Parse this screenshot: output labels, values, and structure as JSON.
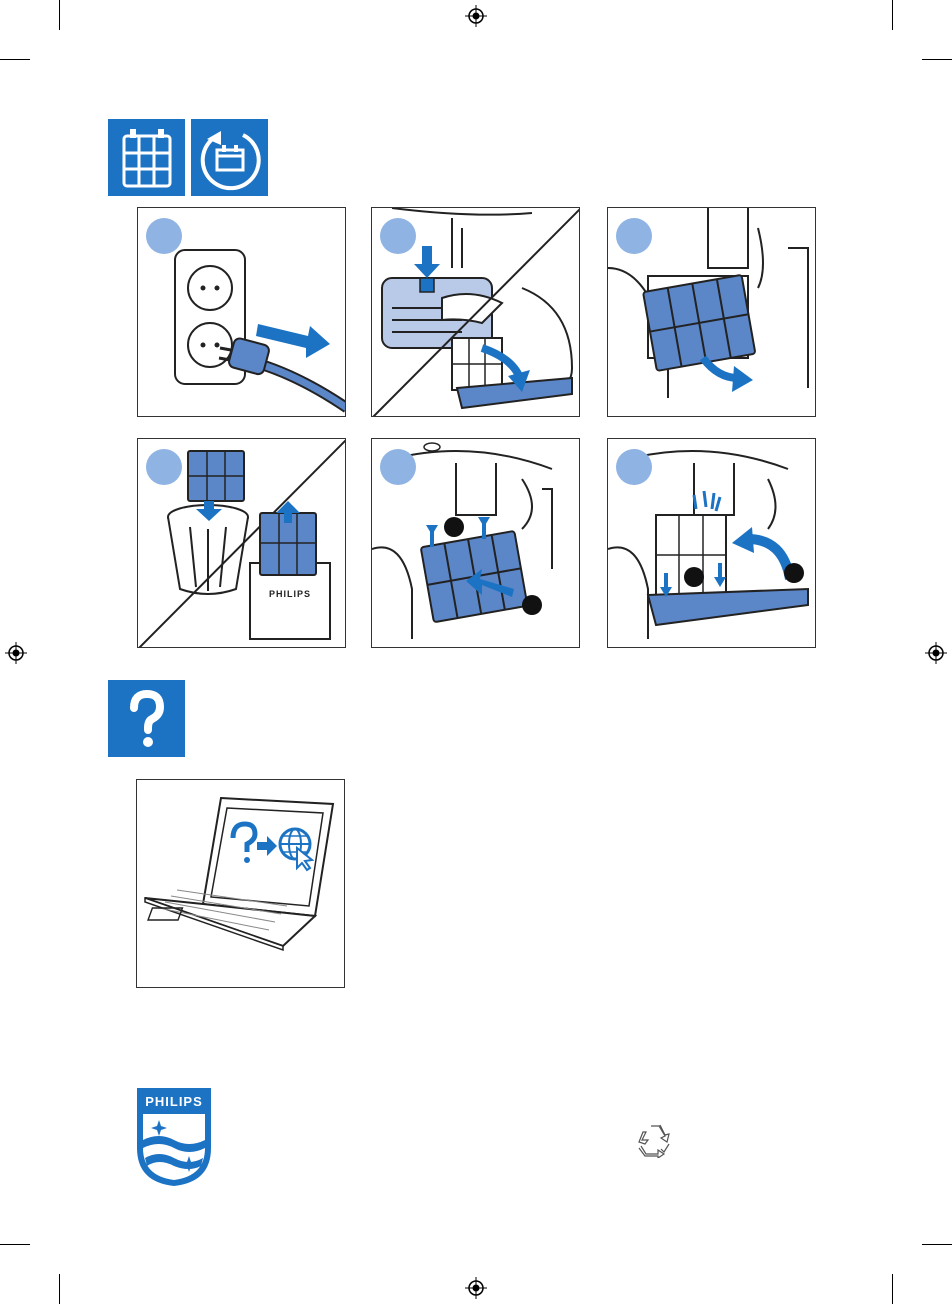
{
  "brand": {
    "name": "PHILIPS",
    "box_label": "PHILIPS",
    "color": "#1c73c4",
    "shield_color": "#1c73c4"
  },
  "colors": {
    "accent": "#1c73c4",
    "step_circle": "#8fb3e3",
    "filter_fill": "#5b86c8",
    "arrow": "#1c73c4"
  },
  "icons": {
    "section1": [
      "filter-grid-icon",
      "recurring-calendar-icon"
    ],
    "section2": [
      "question-mark-icon"
    ],
    "footer": [
      "philips-shield-logo",
      "recycle-icon"
    ]
  },
  "steps": [
    {
      "id": 1,
      "content": "unplug-from-wall-socket"
    },
    {
      "id": 2,
      "content": "open-filter-cover"
    },
    {
      "id": 3,
      "content": "remove-filter"
    },
    {
      "id": 4,
      "content": "dispose-old-filter-take-new"
    },
    {
      "id": 5,
      "content": "insert-new-filter"
    },
    {
      "id": 6,
      "content": "close-filter-cover"
    }
  ]
}
